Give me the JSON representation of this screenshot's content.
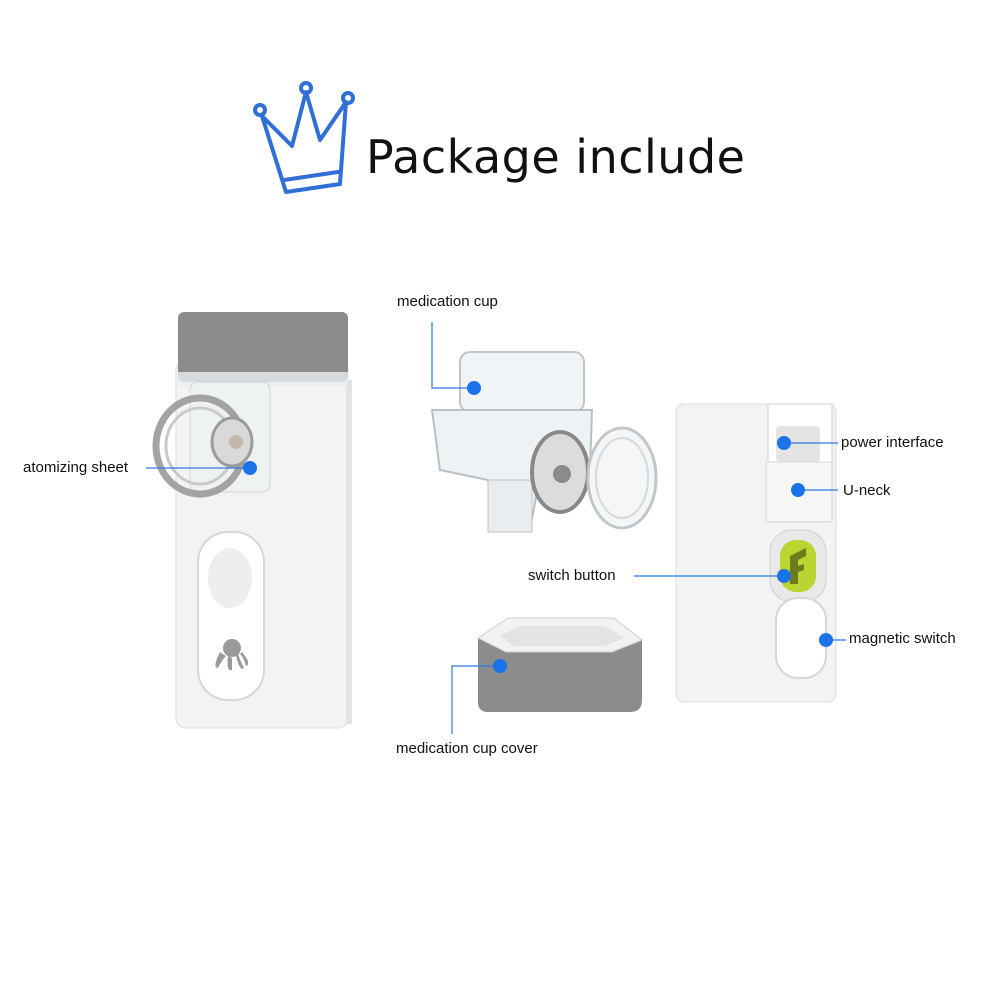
{
  "heading": {
    "title": "Package include",
    "icon": "crown-icon"
  },
  "colors": {
    "accent": "#1a73e8",
    "crown": "#2f6fd6",
    "device_white": "#f2f2f2",
    "cap_grey": "#8a8a8a",
    "button_green": "#b9d531"
  },
  "labels": {
    "atomizing_sheet": "atomizing sheet",
    "medication_cup": "medication cup",
    "power_interface": "power interface",
    "u_neck": "U-neck",
    "switch_button": "switch button",
    "magnetic_switch": "magnetic switch",
    "medication_cup_cover": "medication cup cover"
  }
}
